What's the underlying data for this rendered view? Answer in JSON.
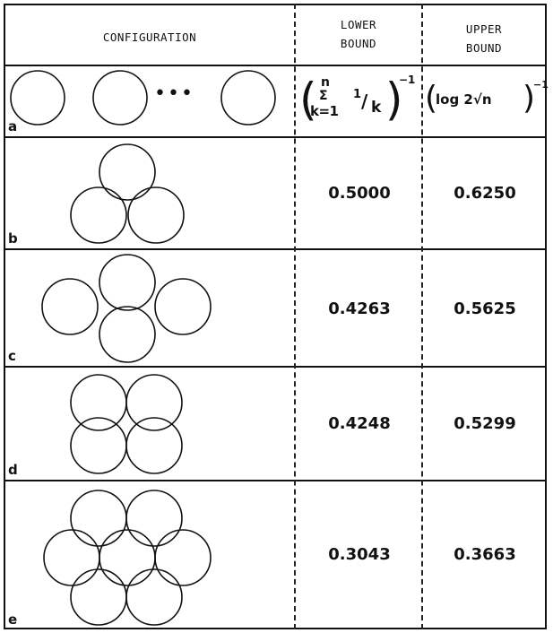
{
  "header": {
    "configuration": "CONFIGURATION",
    "lower_line1": "LOWER",
    "lower_line2": "BOUND",
    "upper_line1": "UPPER",
    "upper_line2": "BOUND"
  },
  "rows": [
    {
      "label": "a",
      "dots": "•••",
      "lower_formula": {
        "sum_top": "n",
        "sum": "Σ",
        "sum_bottom": "k=1",
        "term_num": "1",
        "term_den": "k",
        "exponent": "−1"
      },
      "upper_formula": {
        "text": "log 2√n",
        "exponent": "−1"
      }
    },
    {
      "label": "b",
      "lower": "0.5000",
      "upper": "0.6250"
    },
    {
      "label": "c",
      "lower": "0.4263",
      "upper": "0.5625"
    },
    {
      "label": "d",
      "lower": "0.4248",
      "upper": "0.5299"
    },
    {
      "label": "e",
      "lower": "0.3043",
      "upper": "0.3663"
    }
  ]
}
